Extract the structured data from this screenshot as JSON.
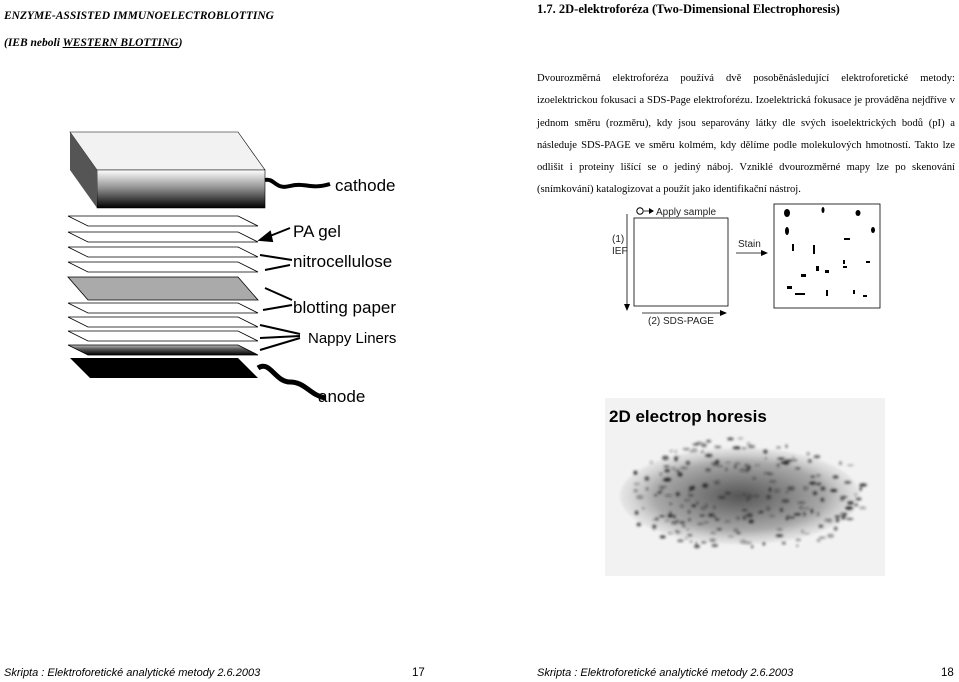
{
  "left_page": {
    "header_line1": "ENZYME-ASSISTED IMMUNOELECTROBLOTTING",
    "header_line2_prefix": "(IEB neboli ",
    "header_line2_underlined": "WESTERN BLOTTING",
    "header_line2_suffix": ")",
    "diagram_labels": {
      "cathode": "cathode",
      "pa_gel": "PA gel",
      "nitrocellulose": "nitrocellulose",
      "blotting_paper": "blotting paper",
      "nappy_liners": "Nappy Liners",
      "anode": "anode"
    },
    "footer": "Skripta : Elektroforetické analytické metody 2.6.2003",
    "page_number": "17"
  },
  "right_page": {
    "header": "1.7. 2D-elektroforéza (Two-Dimensional Electrophoresis)",
    "paragraph": "Dvourozměrná elektroforéza používá dvě posoběnásledující elektroforetické metody: izoelektrickou fokusaci a SDS-Page elektroforézu. Izoelektrická fokusace je prováděna nejdříve v jednom směru (rozměru), kdy jsou separovány látky dle svých isoelektrických bodů (pI) a následuje SDS-PAGE ve směru kolmém, kdy dělíme podle molekulových hmotností. Takto lze odlišit i proteiny lišící se o jediný náboj. Vzniklé dvourozměrné mapy lze po skenování (snímkování) katalogizovat a použít jako identifikační nástroj.",
    "schema_labels": {
      "apply_sample": "Apply sample",
      "ief_step": "(1)",
      "ief": "IEF",
      "stain": "Stain",
      "sds_page": "(2) SDS-PAGE"
    },
    "gel_image_title": "2D electrop horesis",
    "footer": "Skripta : Elektroforetické analytické metody 2.6.2003",
    "page_number": "18"
  }
}
